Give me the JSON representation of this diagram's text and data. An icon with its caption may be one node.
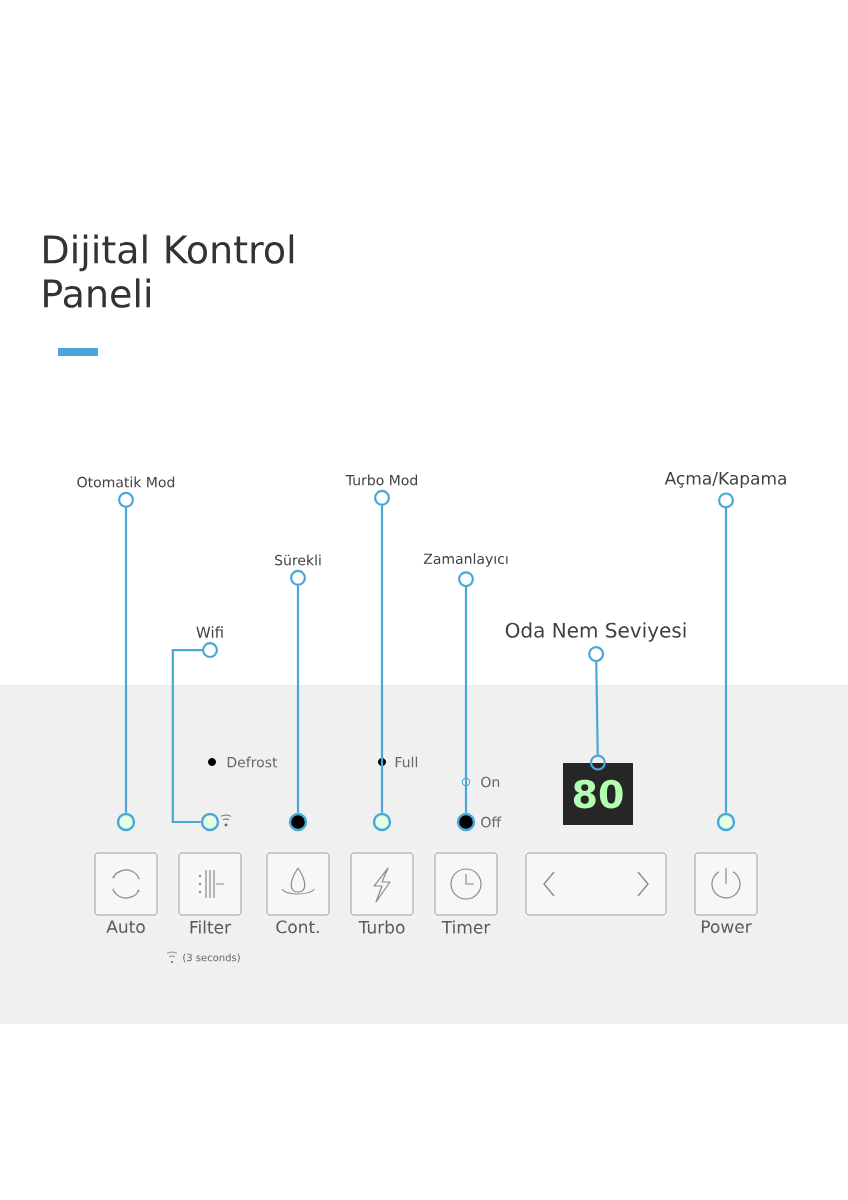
{
  "diagram": {
    "title": "Dijital Kontrol Paneli",
    "nodes": [
      {
        "text": [
          "Otomatik Mod"
        ]
      },
      {
        "text": [
          "Turbo Mod"
        ]
      },
      {
        "text": [
          "Açma/Kapama"
        ]
      },
      {
        "text": [
          "Sürekli"
        ]
      },
      {
        "text": [
          "Zamanlayıcı"
        ]
      },
      {
        "text": [
          "Wifi"
        ]
      },
      {
        "text": [
          "Oda Nem Seviyesi"
        ]
      },
      {
        "text": [],
        "shape": "circle"
      },
      {
        "text": [],
        "shape": "circle"
      },
      {
        "text": [],
        "shape": "circle"
      },
      {
        "text": [],
        "shape": "circle"
      },
      {
        "text": [],
        "shape": "circle"
      },
      {
        "text": [
          "80"
        ]
      },
      {
        "text": [],
        "shape": "circle"
      },
      {
        "text": [
          "Auto"
        ]
      },
      {
        "text": [
          "Filter"
        ],
        "beside": [
          "(3 seconds)"
        ]
      },
      {
        "text": [
          "Cont."
        ]
      },
      {
        "text": [
          "Turbo"
        ]
      },
      {
        "text": [
          "Timer"
        ]
      },
      {
        "text": [],
        "shape": "box"
      },
      {
        "text": [
          "Power"
        ]
      }
    ],
    "edges": [
      {
        "from": 0,
        "to": 7,
        "arrow": "other"
      },
      {
        "from": 1,
        "to": 10,
        "arrow": "other"
      },
      {
        "from": 2,
        "to": 13,
        "arrow": "other"
      },
      {
        "from": 3,
        "to": 9,
        "arrow": "other"
      },
      {
        "from": 4,
        "to": 11,
        "arrow": "other"
      },
      {
        "from": 5,
        "to": 8,
        "arrow": "other"
      },
      {
        "from": 6,
        "to": 12,
        "arrow": "other"
      }
    ],
    "labels": [
      "Defrost",
      "Full",
      "On",
      "Off"
    ]
  }
}
